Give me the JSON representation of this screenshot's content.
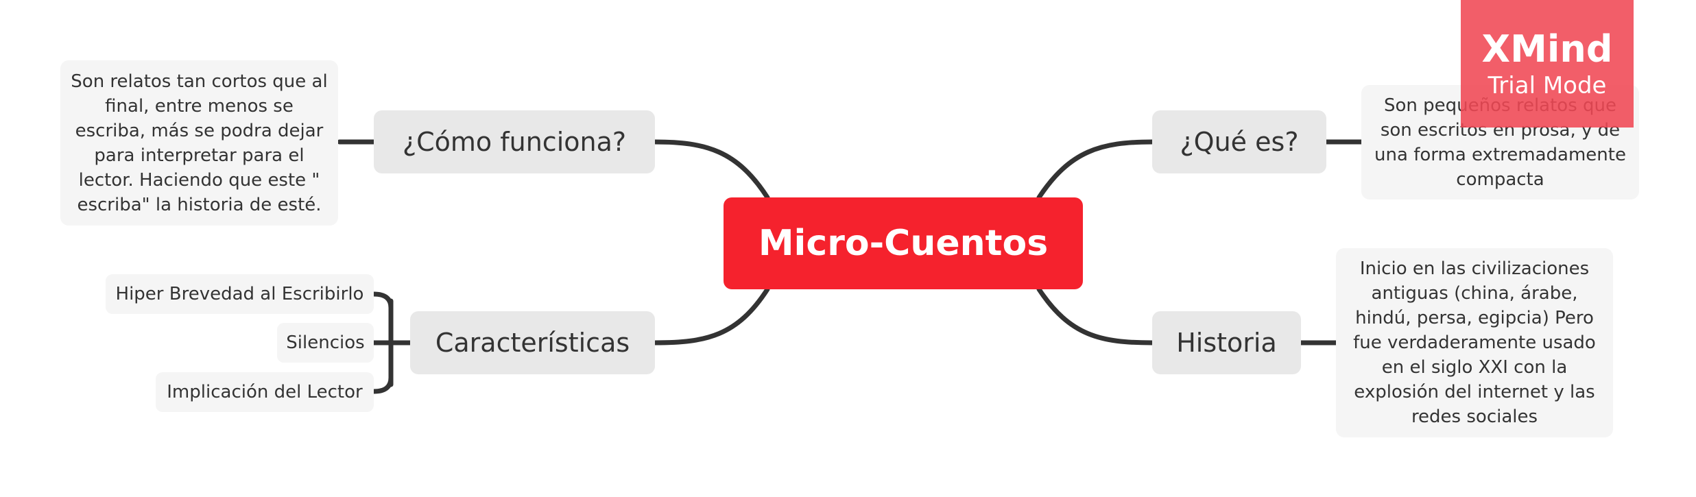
{
  "mindmap": {
    "central": "Micro-Cuentos",
    "topics": {
      "que_es": {
        "label": "¿Qué es?",
        "note": "Son pequeños relatos que son escritos en prosa, y de una forma extremadamente compacta"
      },
      "historia": {
        "label": "Historia",
        "note": "Inicio en las civilizaciones antiguas (china, árabe, hindú, persa, egipcia) Pero fue verdaderamente usado en el siglo XXI con la explosión del internet y las redes sociales"
      },
      "como_funciona": {
        "label": "¿Cómo funciona?",
        "note": "Son relatos tan cortos que al final, entre menos se escriba, más se podra dejar para interpretar para el lector. Haciendo que este \" escriba\" la historia de esté."
      },
      "caracteristicas": {
        "label": "Características",
        "items": [
          "Hiper Brevedad al Escribirlo",
          "Silencios",
          "Implicación del Lector"
        ]
      }
    }
  },
  "watermark": {
    "title": "XMind",
    "subtitle": "Trial Mode"
  },
  "colors": {
    "central": "#f5222d",
    "connector": "#333333",
    "topic_bg": "#e8e8e8",
    "note_bg": "#f5f5f5",
    "watermark": "#f04854"
  }
}
